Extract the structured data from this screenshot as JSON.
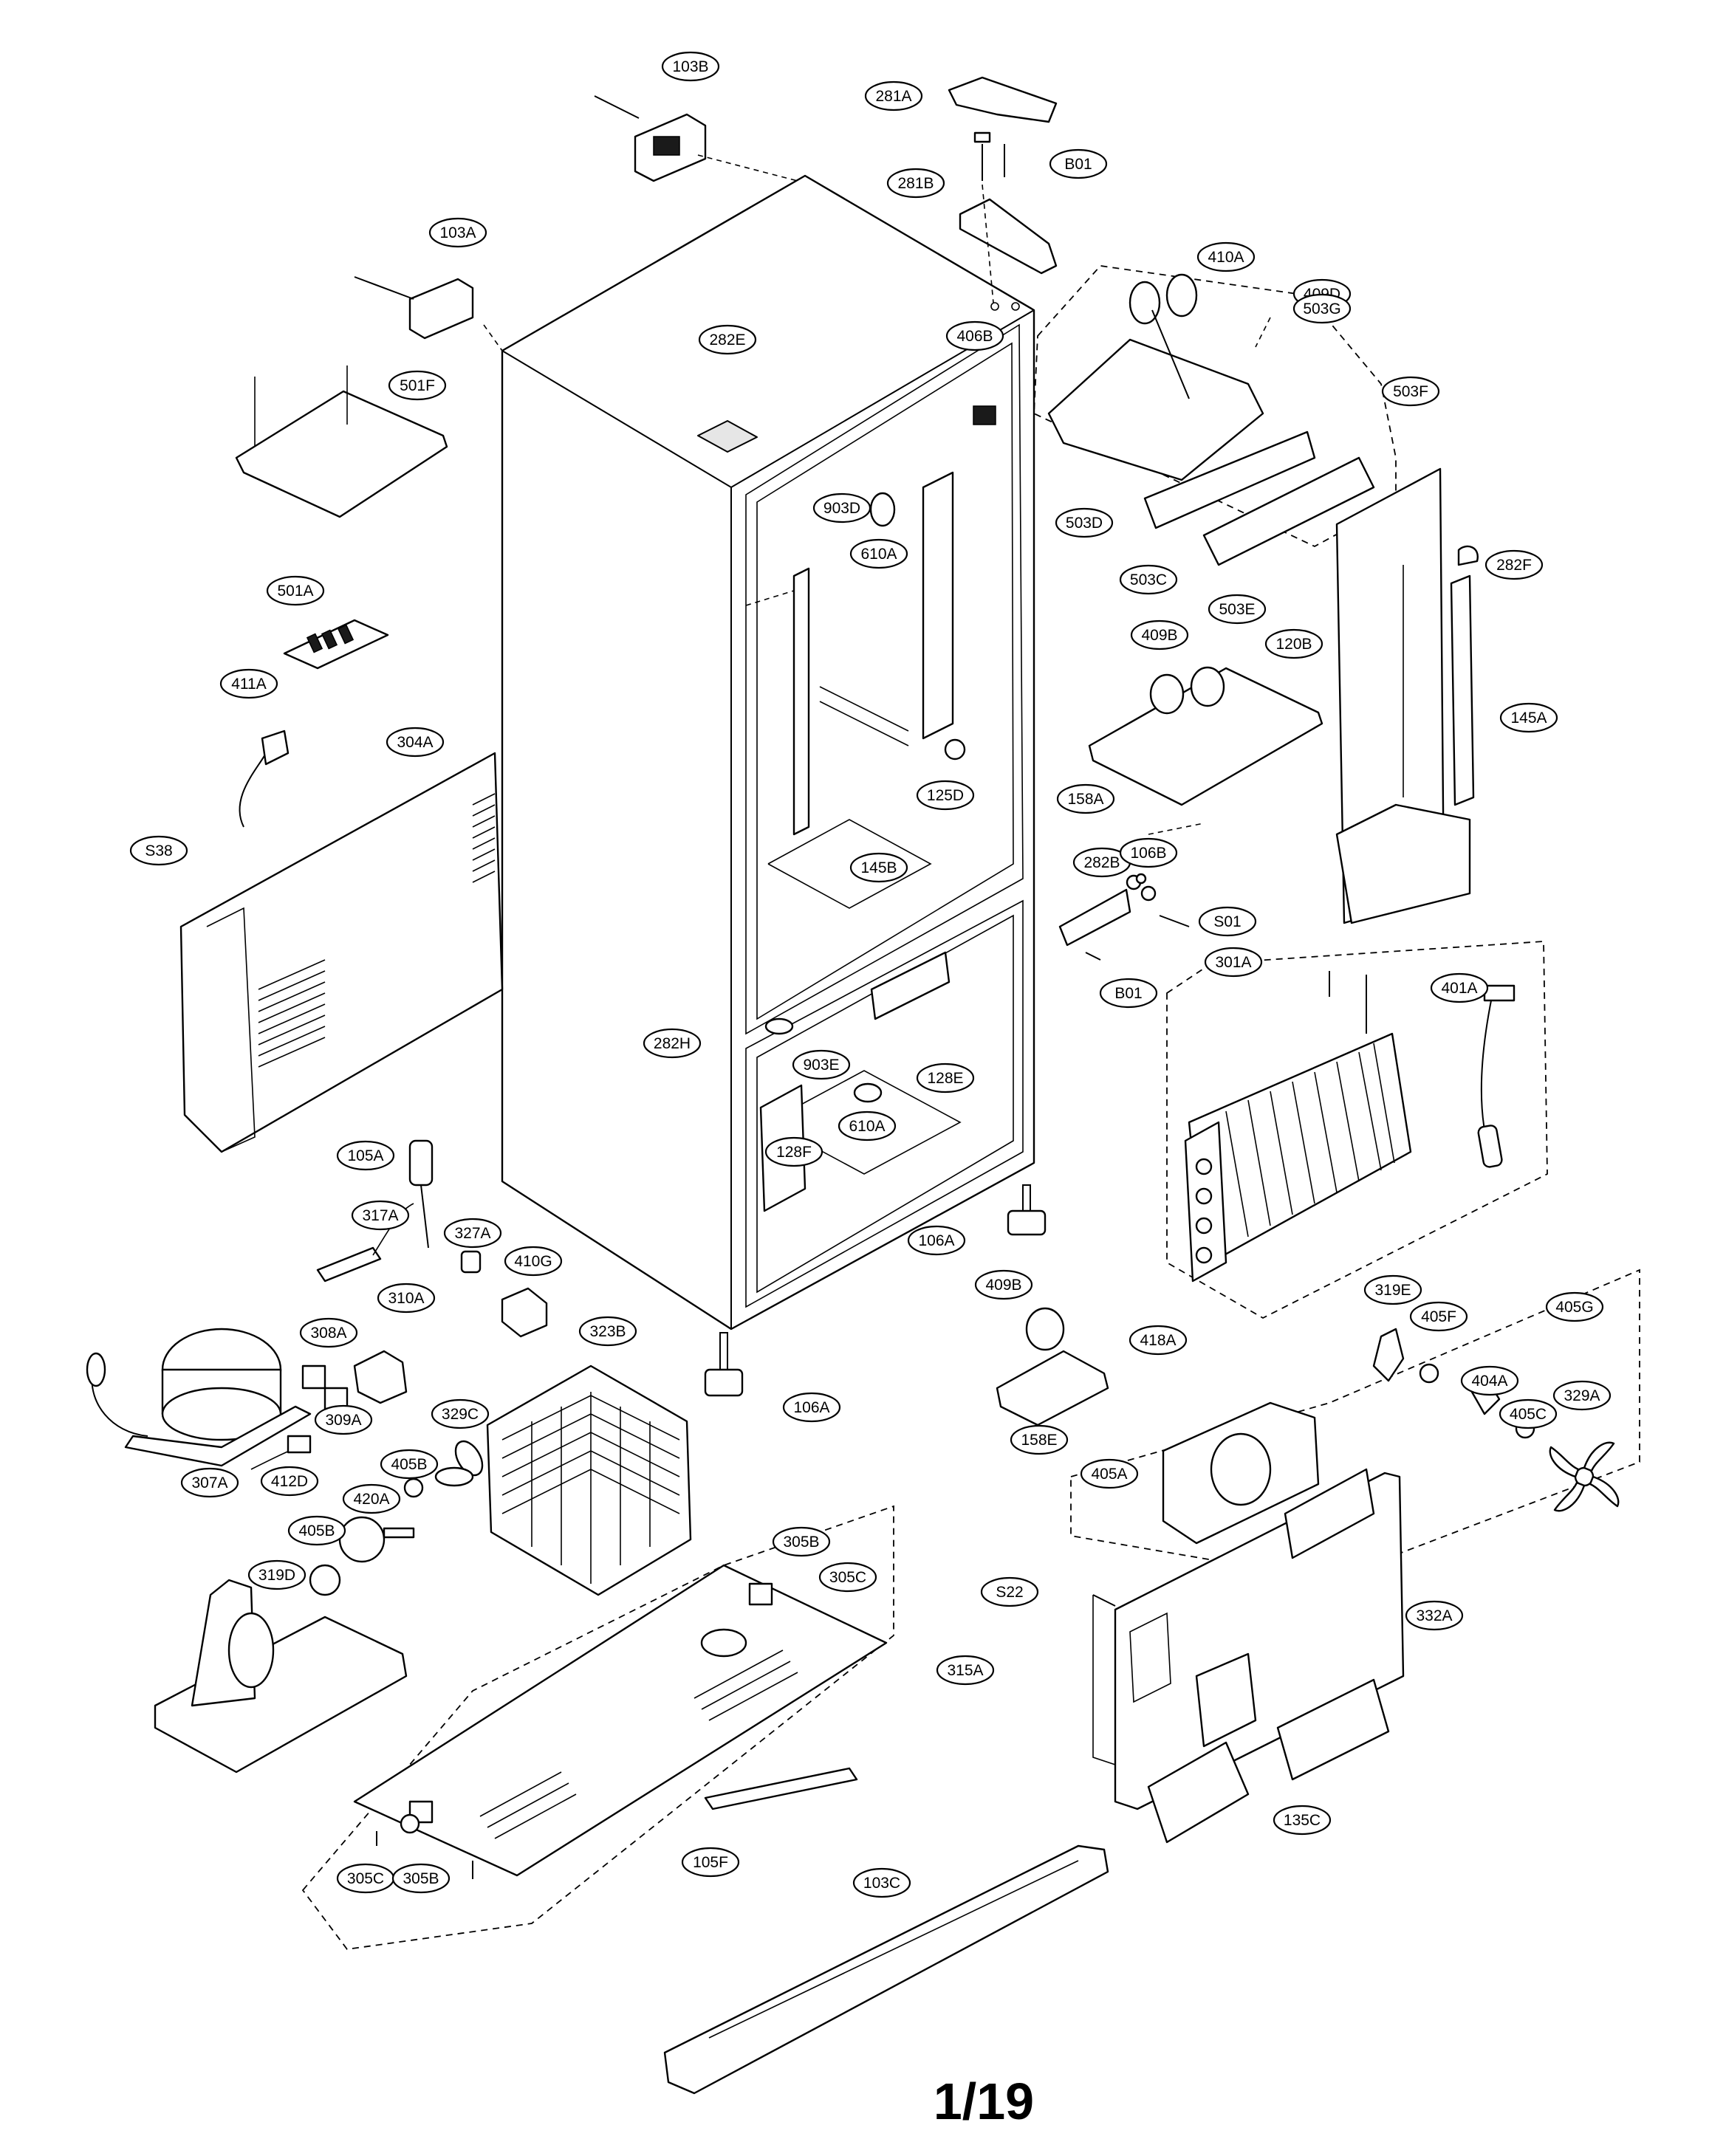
{
  "page_number": "1/19",
  "part_labels": [
    "103B",
    "281A",
    "B01",
    "281B",
    "103A",
    "410A",
    "409D",
    "503G",
    "406B",
    "282E",
    "501F",
    "503F",
    "903D",
    "610A",
    "503D",
    "503C",
    "282F",
    "503E",
    "501A",
    "409B",
    "120B",
    "411A",
    "145A",
    "304A",
    "125D",
    "158A",
    "S38",
    "145B",
    "282B",
    "106B",
    "S01",
    "301A",
    "B01",
    "401A",
    "282H",
    "903E",
    "128E",
    "610A",
    "128F",
    "105A",
    "317A",
    "327A",
    "106A",
    "410G",
    "409B",
    "418A",
    "310A",
    "319E",
    "405F",
    "405G",
    "323B",
    "308A",
    "404A",
    "405C",
    "329A",
    "329C",
    "309A",
    "106A",
    "158E",
    "405A",
    "405B",
    "307A",
    "412D",
    "420A",
    "405B",
    "305B",
    "319D",
    "305C",
    "S22",
    "332A",
    "315A",
    "105F",
    "103C",
    "305C",
    "305B",
    "135C"
  ]
}
